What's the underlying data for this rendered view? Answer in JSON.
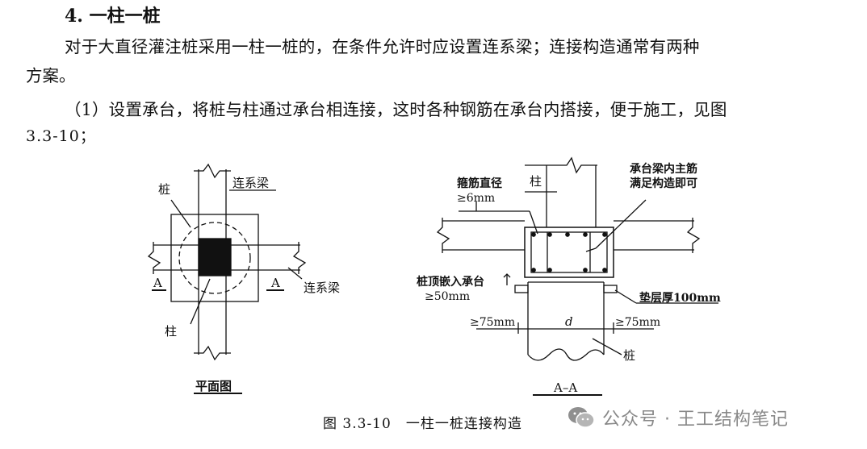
{
  "section": {
    "heading": "4. 一柱一桩",
    "para1_line1": "对于大直径灌注桩采用一柱一桩的，在条件允许时应设置连系梁；连接构造通常有两种",
    "para1_line2": "方案。",
    "para2_line1": "（1）设置承台，将桩与柱通过承台相连接，这时各种钢筋在承台内搭接，便于施工，见图",
    "para2_line2": "3.3-10；"
  },
  "plan_view": {
    "label_pile": "桩",
    "label_tie_beam_top": "连系梁",
    "label_tie_beam_right": "连系梁",
    "label_section_left": "A",
    "label_section_right": "A",
    "label_column": "柱",
    "title": "平面图"
  },
  "section_view": {
    "label_column": "柱",
    "label_stirrup": "箍筋直径",
    "label_stirrup_value": "≥6mm",
    "label_main_bar_1": "承台梁内主筋",
    "label_main_bar_2": "满足构造即可",
    "label_embed": "桩顶嵌入承台",
    "label_embed_value": "≥50mm",
    "label_cushion": "垫层厚100mm",
    "label_left_gap": "≥75mm",
    "label_right_gap": "≥75mm",
    "label_d": "d",
    "label_pile": "桩",
    "title": "A–A"
  },
  "caption": "图 3.3-10　一柱一桩连接构造",
  "watermark": "公众号 · 王工结构笔记"
}
